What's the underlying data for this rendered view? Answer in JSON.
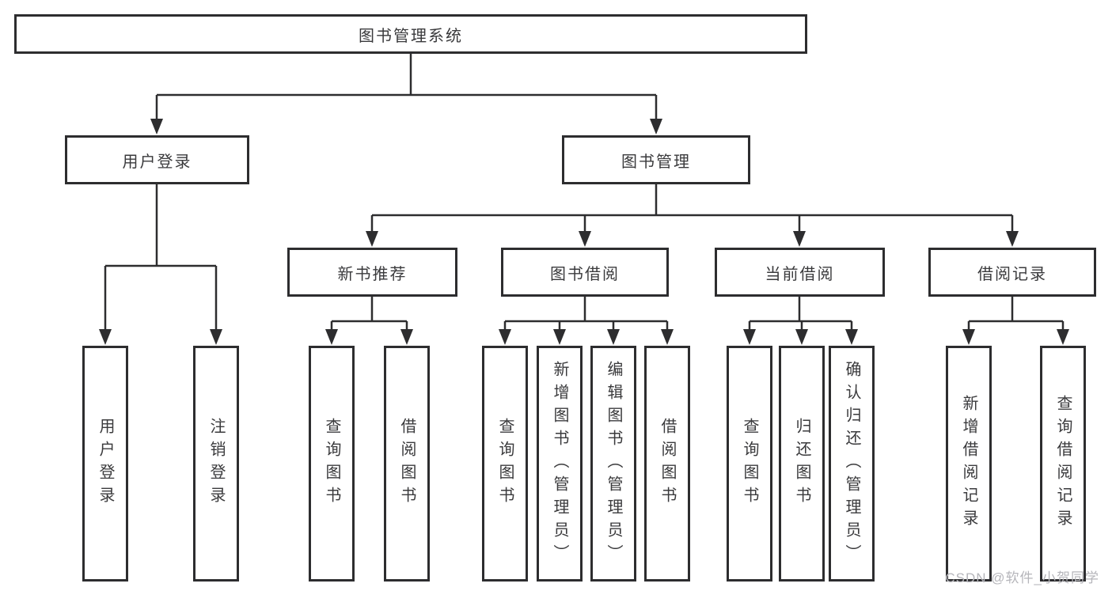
{
  "diagram": {
    "title": "图书管理系统",
    "nodes": {
      "root": "图书管理系统",
      "user_login": "用户登录",
      "book_mgmt": "图书管理",
      "new_book_rec": "新书推荐",
      "book_borrow": "图书借阅",
      "current_borrow": "当前借阅",
      "borrow_record": "借阅记录",
      "leaf_user_login": "用户登录",
      "leaf_logout": "注销登录",
      "leaf_rec_query": "查询图书",
      "leaf_rec_borrow": "借阅图书",
      "leaf_bb_query": "查询图书",
      "leaf_bb_add": "新增图书（管理员）",
      "leaf_bb_edit": "编辑图书（管理员）",
      "leaf_bb_borrow": "借阅图书",
      "leaf_cb_query": "查询图书",
      "leaf_cb_return": "归还图书",
      "leaf_cb_confirm": "确认归还（管理员）",
      "leaf_br_add": "新增借阅记录",
      "leaf_br_query": "查询借阅记录"
    },
    "colors": {
      "line": "#2d2d2f",
      "text": "#3a3a3c",
      "background": "#ffffff",
      "watermark": "#b5b5ba"
    }
  },
  "watermark": {
    "text": "CSDN @软件_小贺同学"
  }
}
